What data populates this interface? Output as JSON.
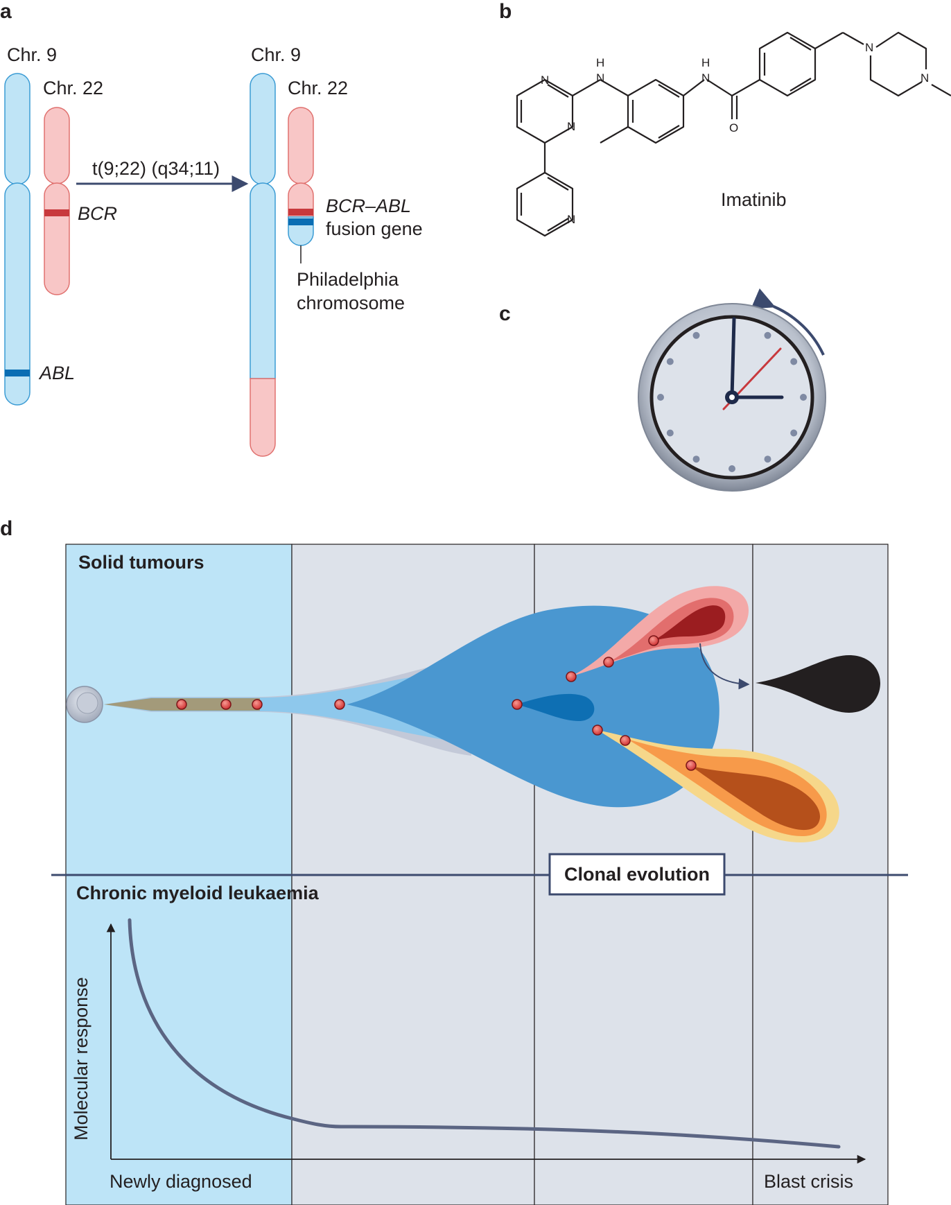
{
  "panel_a": {
    "letter": "a",
    "chr9_left": "Chr. 9",
    "chr22_left": "Chr. 22",
    "bcr": "BCR",
    "abl": "ABL",
    "translocation": "t(9;22) (q34;11)",
    "chr9_right": "Chr. 9",
    "chr22_right": "Chr. 22",
    "fusion_line1": "BCR–ABL",
    "fusion_line2": "fusion gene",
    "ph_line1": "Philadelphia",
    "ph_line2": "chromosome"
  },
  "panel_b": {
    "letter": "b",
    "drug_name": "Imatinib",
    "atoms": {
      "n": "N",
      "h": "H",
      "o": "O"
    }
  },
  "panel_c": {
    "letter": "c"
  },
  "panel_d": {
    "letter": "d",
    "solid_tumours": "Solid tumours",
    "clonal_evolution": "Clonal evolution",
    "cml": "Chronic myeloid leukaemia",
    "y_axis": "Molecular response",
    "x_start": "Newly diagnosed",
    "x_end": "Blast crisis"
  },
  "colors": {
    "chr9": "#bfe4f6",
    "chr9_stroke": "#3a9bd4",
    "chr22": "#f8c6c6",
    "chr22_stroke": "#e0706e",
    "bcr_band": "#c8393d",
    "abl_band": "#0a6db3",
    "panel_blue": "#bde4f7",
    "panel_grey": "#dde2ea",
    "navy": "#3c4a6e",
    "clone_blue": "#4a97d0",
    "clone_light": "#8ec8ec",
    "clone_dark": "#0e6fb3",
    "pink_outer": "#f3a9a8",
    "pink_mid": "#e26e6d",
    "pink_dark": "#9b1d20",
    "orange_outer": "#f6d78a",
    "orange_mid": "#f79a4a",
    "orange_dark": "#b5501b",
    "black_clone": "#231f20",
    "stalk": "#a39a7a"
  }
}
